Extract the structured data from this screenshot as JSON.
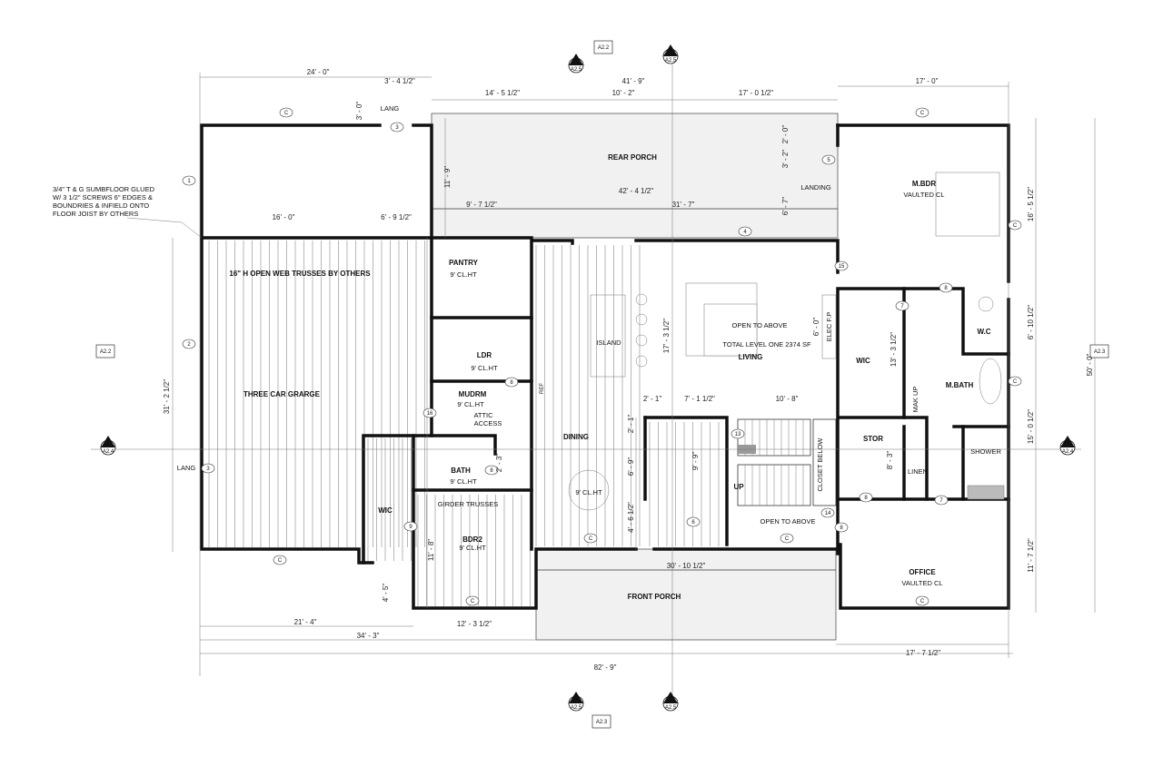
{
  "rooms": {
    "rear_porch": "REAR PORCH",
    "front_porch": "FRONT PORCH",
    "garage": "THREE CAR GRARGE",
    "pantry": "PANTRY",
    "pantry_ht": "9' CL.HT",
    "ldr": "LDR",
    "ldr_ht": "9' CL.HT",
    "mudrm": "MUDRM",
    "mudrm_ht": "9' CL.HT",
    "attic": "ATTIC",
    "access": "ACCESS",
    "bath": "BATH",
    "bath_ht": "9' CL.HT",
    "wic_left": "WIC",
    "bdr2": "BDR2",
    "bdr2_ht": "9' CL.HT",
    "dining": "DINING",
    "dining_ht": "9' CL.HT",
    "island": "ISLAND",
    "living": "LIVING",
    "open_above_1": "OPEN TO ABOVE",
    "total_level": "TOTAL LEVEL ONE 2374 SF",
    "mbdr": "M.BDR",
    "mbdr_sub": "VAULTED CL",
    "landing": "LANDING",
    "wic_right": "WIC",
    "wc": "W.C",
    "mbath": "M.BATH",
    "makeup": "MAK UP",
    "stor": "STOR",
    "linen": "LINEN",
    "shower": "SHOWER",
    "closet_below": "CLOSET BELOW",
    "up": "UP",
    "open_above_2": "OPEN TO ABOVE",
    "office": "OFFICE",
    "office_sub": "VAULTED CL",
    "elec_fp": "ELEC F.P",
    "lang_top": "LANG",
    "lang_left": "LANG",
    "girder": "GIRDER TRUSSES",
    "trusses": "16\" H OPEN WEB TRUSSES BY OTHERS",
    "ref": "REF"
  },
  "note": [
    "3/4\" T & G SUMBFLOOR GLUED",
    "W/ 3 1/2\" SCREWS 6\" EDGES &",
    "BOUNDRIES & INFIELD ONTO",
    "FLOOR JOIST BY OTHERS"
  ],
  "dims": {
    "d24": "24' - 0\"",
    "d3_4": "3' - 4 1/2\"",
    "d41_9": "41' - 9\"",
    "d17_top": "17' - 0\"",
    "d14_5": "14' - 5 1/2\"",
    "d10_2": "10' - 2\"",
    "d17_half": "17' - 0 1/2\"",
    "d3_0": "3' - 0\"",
    "d11_9": "11' - 9\"",
    "d42_4": "42' - 4 1/2\"",
    "d9_7": "9' - 7 1/2\"",
    "d31_7": "31' - 7\"",
    "d2_0": "2' - 0\"",
    "d3_2": "3' - 2\"",
    "d6_7": "6' - 7\"",
    "d16_0": "16' - 0\"",
    "d6_9": "6' - 9 1/2\"",
    "d31_2": "31' - 2 1/2\"",
    "d17_3": "17' - 3 1/2\"",
    "d6_0": "6' - 0\"",
    "d2_1": "2' - 1\"",
    "d7_1": "7' - 1 1/2\"",
    "d10_8": "10' - 8\"",
    "d13_3": "13' - 3 1/2\"",
    "d8_3": "8' - 3\"",
    "d16_5": "16' - 5 1/2\"",
    "d6_10": "6' - 10 1/2\"",
    "d50_0": "50' - 0\"",
    "d15_0": "15' - 0 1/2\"",
    "d11_7": "11' - 7 1/2\"",
    "d2_1v": "2' - 1\"",
    "d6_9v": "6' - 9\"",
    "d4_6": "4' - 6 1/2\"",
    "d9_9": "9' - 9\"",
    "d11_8": "11' - 8\"",
    "d4_5": "4' - 5\"",
    "d30_10": "30' - 10 1/2\"",
    "d21_4": "21' - 4\"",
    "d12_3": "12' - 3 1/2\"",
    "d34_3": "34' - 3\"",
    "d17_7": "17' - 7 1/2\"",
    "d82_9": "82' - 9\"",
    "d2_3": "2' - 3\""
  },
  "sheet_refs": {
    "a22": "A2.2",
    "a23": "A2.3",
    "a24": "A2.4",
    "a25": "A2.5"
  },
  "markers": {
    "one": "1",
    "two": "2",
    "c": "C",
    "n3": "3",
    "n4": "4",
    "n5": "5",
    "n6": "6",
    "n7": "7",
    "n8": "8",
    "n9": "9",
    "n13": "13",
    "n14": "14",
    "n15": "15",
    "n16": "16"
  }
}
